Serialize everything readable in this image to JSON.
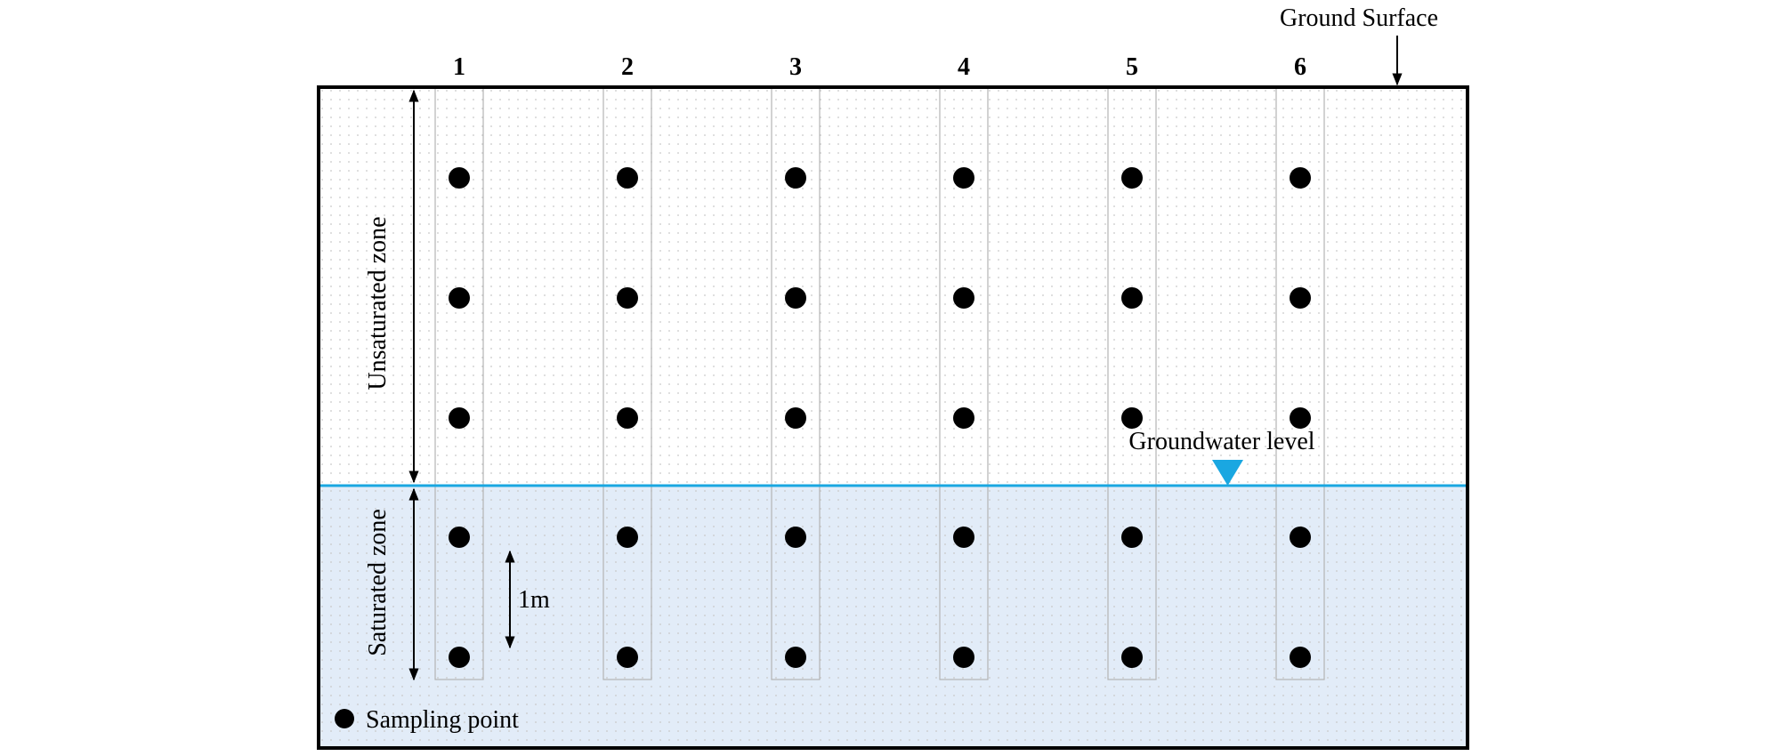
{
  "ground_surface_label": "Ground Surface",
  "columns": [
    "1",
    "2",
    "3",
    "4",
    "5",
    "6"
  ],
  "zones": {
    "unsaturated_label": "Unsaturated zone",
    "saturated_label": "Saturated zone"
  },
  "groundwater_label": "Groundwater level",
  "scale_label": "1m",
  "legend": {
    "sampling_point_label": "Sampling point"
  },
  "sampling_depth_rows_unsaturated": 3,
  "sampling_depth_rows_saturated": 2,
  "colors": {
    "saturated_fill": "#e2ecf8",
    "unsaturated_fill": "#ffffff",
    "water_line": "#1aa7e1",
    "water_marker": "#1aa7e1",
    "sampling_point": "#000000",
    "borehole_outline": "#b4b4b4",
    "frame": "#000000"
  },
  "icons": {
    "groundwater_marker": "inverted-triangle",
    "sampling_point": "filled-circle"
  }
}
